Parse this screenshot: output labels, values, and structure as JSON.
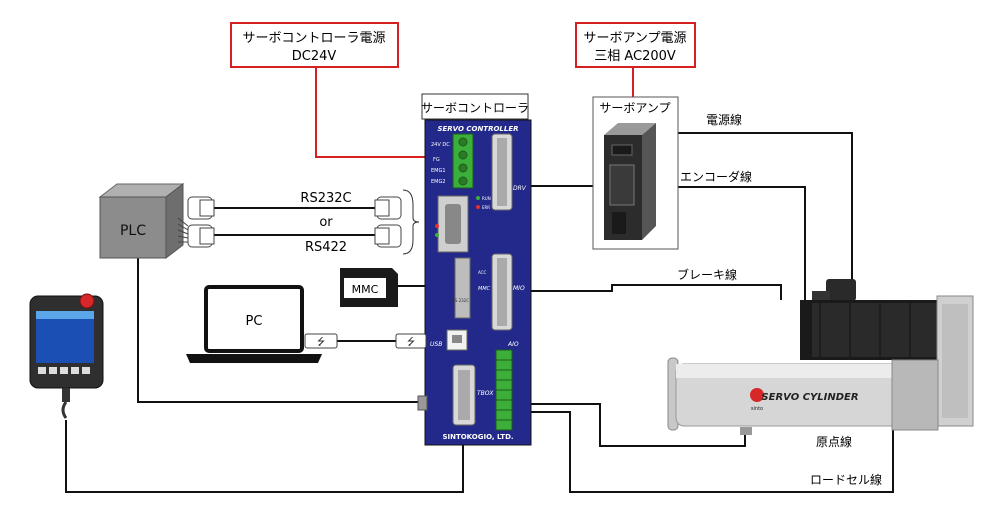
{
  "callouts": {
    "controller_power": [
      "サーボコントローラ電源",
      "DC24V"
    ],
    "amp_power": [
      "サーボアンプ電源",
      "三相 AC200V"
    ]
  },
  "devices": {
    "controller_title": "サーボコントローラ",
    "controller_header": "SERVO CONTROLLER",
    "controller_footer": "SINTOKOGIO, LTD.",
    "amp_title": "サーボアンプ",
    "plc": "PLC",
    "pc": "PC",
    "mmc": "MMC",
    "cylinder_brand": "SERVO CYLINDER",
    "cylinder_logo": "sinto"
  },
  "connections": {
    "rs232c": "RS232C",
    "or": "or",
    "rs422": "RS422",
    "power_line": "電源線",
    "encoder_line": "エンコーダ線",
    "brake_line": "ブレーキ線",
    "origin_line": "原点線",
    "loadcell_line": "ロードセル線"
  },
  "controller_labels": {
    "dc": "24V DC",
    "fg": "FG",
    "emg1": "EMG1",
    "emg2": "EMG2",
    "drv": "DRV",
    "run": "RUN",
    "err": "ERR",
    "mio": "MIO",
    "acc": "ACC",
    "mmc": "MMC",
    "usb": "USB",
    "aio": "AIO",
    "tbox": "TBOX",
    "rs232c": "RS 232C"
  },
  "colors": {
    "controller_body": "#22298a",
    "callout_border": "#d42020",
    "terminal_green": "#3cae3a",
    "plc_gray": "#8c8c8c"
  }
}
